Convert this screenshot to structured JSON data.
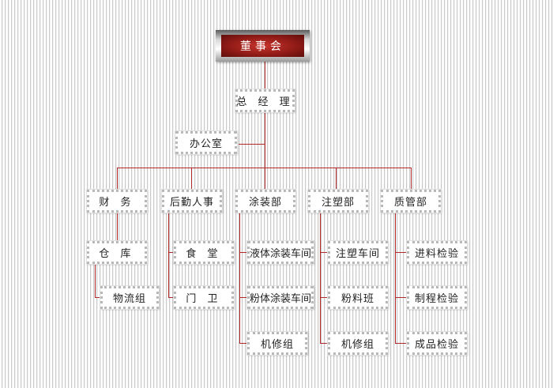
{
  "title": "董事会",
  "general_manager": "总 经 理",
  "office": "办公室",
  "departments": [
    {
      "name": "财 务",
      "subs": [
        "仓 库",
        "物流组"
      ]
    },
    {
      "name": "后勤人事",
      "subs": [
        "食 堂",
        "门 卫"
      ]
    },
    {
      "name": "涂装部",
      "subs": [
        "液体涂装车间",
        "粉体涂装车间",
        "机修组"
      ]
    },
    {
      "name": "注塑部",
      "subs": [
        "注塑车间",
        "粉料班",
        "机修组"
      ]
    },
    {
      "name": "质管部",
      "subs": [
        "进料检验",
        "制程检验",
        "成品检验"
      ]
    }
  ],
  "colors": {
    "line": "#b0282a",
    "board": "#8e1a16"
  }
}
